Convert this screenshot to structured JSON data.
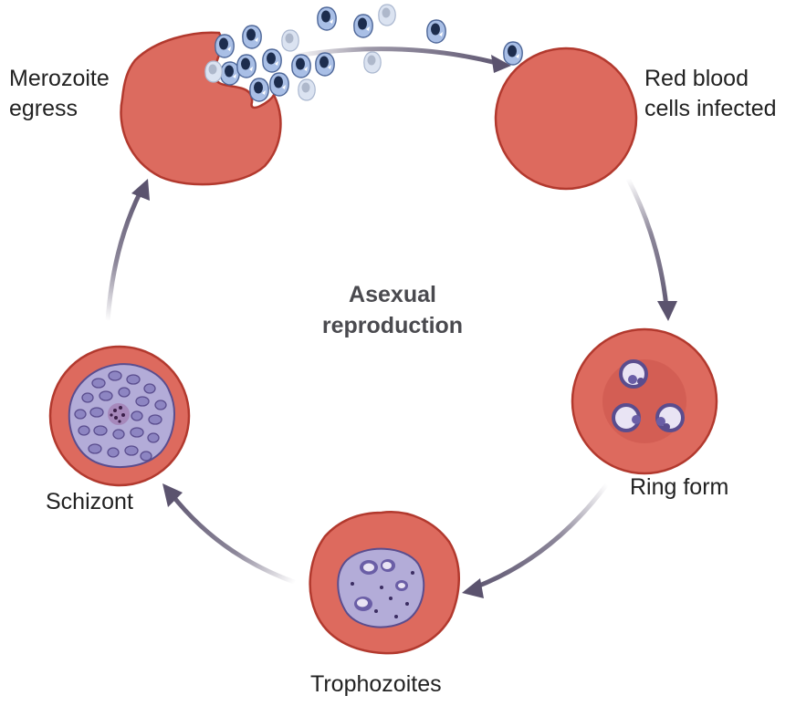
{
  "diagram": {
    "center_title": [
      "Asexual",
      "reproduction"
    ],
    "stages": {
      "merozoite_egress": [
        "Merozoite",
        "egress"
      ],
      "rbc_infected": [
        "Red blood",
        "cells infected"
      ],
      "ring_form": "Ring form",
      "trophozoites": "Trophozoites",
      "schizont": "Schizont"
    }
  },
  "colors": {
    "rbc_fill": "#dd6a5e",
    "rbc_stroke": "#b2392e",
    "parasite_fill": "#b3acd8",
    "parasite_stroke": "#5a4d8e",
    "nucleus": "#2a3c5c",
    "arrow": "#5b536e"
  },
  "icons": [
    "red-blood-cell-icon",
    "merozoite-icon",
    "ring-parasite-icon",
    "trophozoite-icon",
    "schizont-icon",
    "cycle-arrow-icon"
  ]
}
